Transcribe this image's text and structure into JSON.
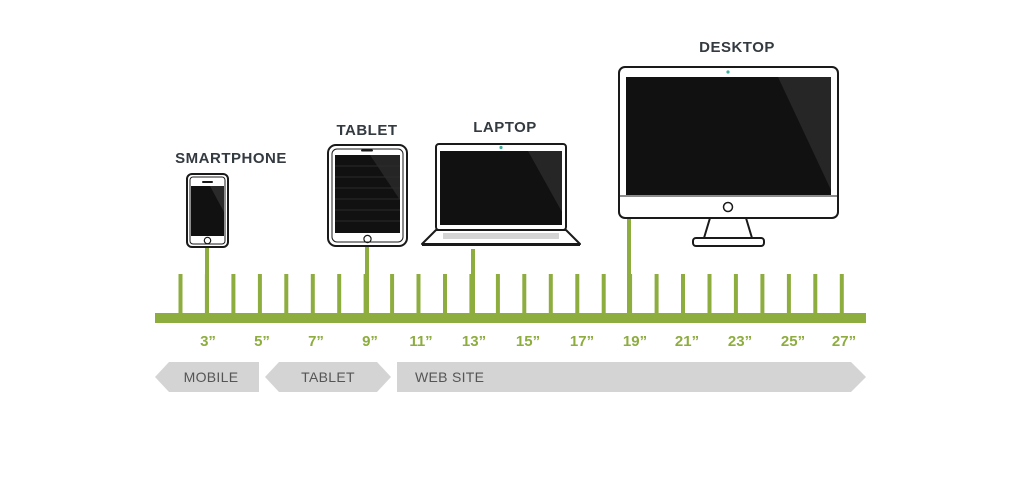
{
  "colors": {
    "accent": "#8dad3f",
    "device_label": "#333a40",
    "band": "#d4d4d4",
    "band_text": "#555555",
    "outline": "#1a1a1a",
    "screen": "#111111"
  },
  "devices": {
    "smartphone": {
      "label": "SMARTPHONE",
      "icon": "smartphone-icon"
    },
    "tablet": {
      "label": "TABLET",
      "icon": "tablet-icon"
    },
    "laptop": {
      "label": "LAPTOP",
      "icon": "laptop-icon"
    },
    "desktop": {
      "label": "DESKTOP",
      "icon": "desktop-icon"
    }
  },
  "scale": {
    "labels": [
      "3”",
      "5”",
      "7”",
      "9”",
      "11”",
      "13”",
      "15”",
      "17”",
      "19”",
      "21”",
      "23”",
      "25”",
      "27”"
    ]
  },
  "bands": {
    "mobile": "MOBILE",
    "tablet": "TABLET",
    "website": "WEB SITE"
  }
}
